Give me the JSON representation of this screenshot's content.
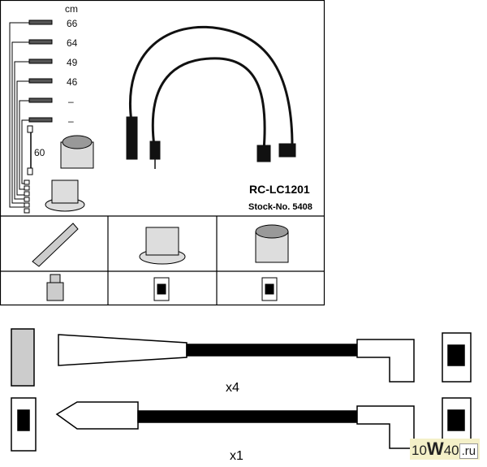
{
  "lengths": {
    "unit": "cm",
    "items": [
      "66",
      "64",
      "49",
      "46",
      "–",
      "–"
    ],
    "coil_lead": "60"
  },
  "product": {
    "part_number": "RC-LC1201",
    "stock_number": "Stock-No. 5408"
  },
  "quantities": {
    "standard_lead": "x4",
    "coil_lead": "x1"
  },
  "watermark": {
    "prefix": "10",
    "w": "W",
    "suffix": "40",
    "domain": ".ru"
  }
}
